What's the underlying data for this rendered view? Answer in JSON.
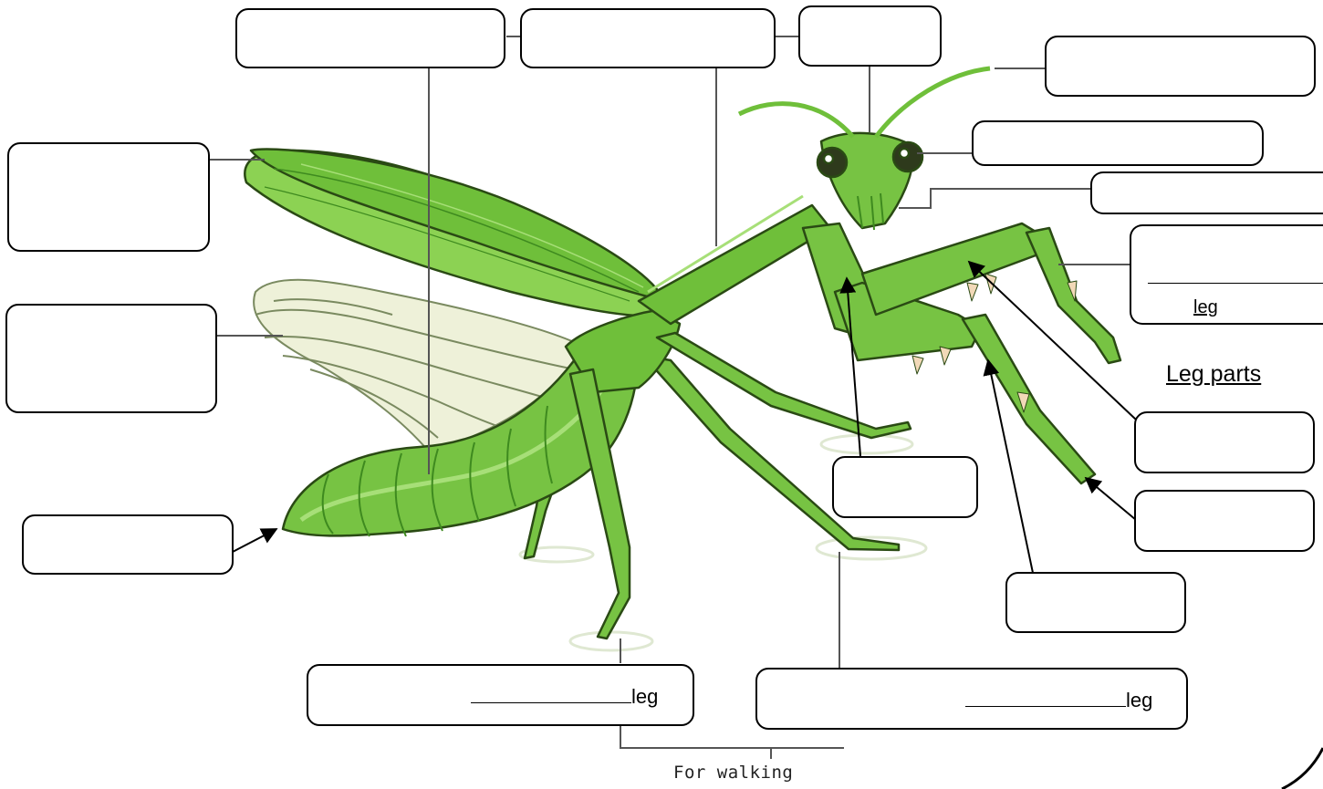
{
  "diagram": {
    "leg_parts_title": "Leg parts",
    "leg_word": "leg",
    "fill_blank": "____________",
    "footer_caption": "For walking"
  },
  "colors": {
    "body_green": "#6fbf3a",
    "dark_green": "#3e8a1f",
    "light_green": "#9ad865",
    "wing_cream": "#eef1d9",
    "outline": "#2a4a14"
  }
}
